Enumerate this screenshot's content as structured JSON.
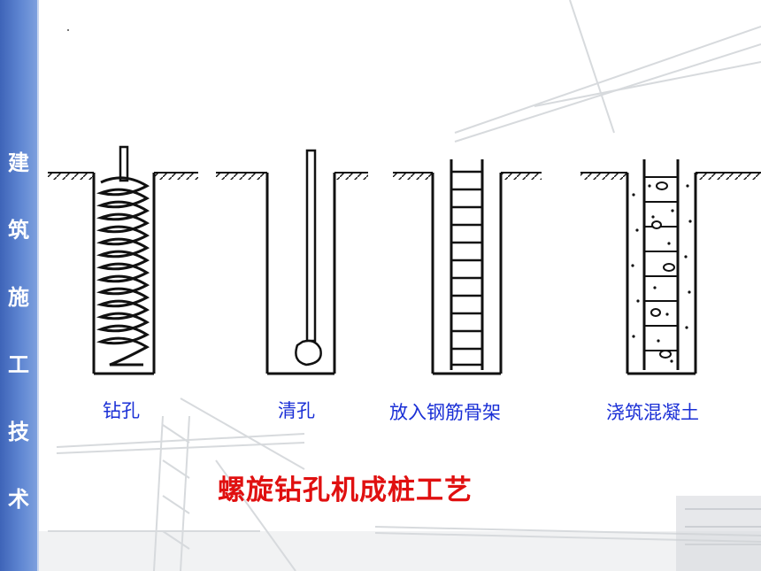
{
  "sidebar": {
    "title_chars": [
      "建",
      "筑",
      "施",
      "工",
      "技",
      "术"
    ]
  },
  "diagram": {
    "title": "螺旋钻孔机成桩工艺",
    "steps": [
      {
        "label": "钻孔",
        "icon": "auger-drill-icon"
      },
      {
        "label": "清孔",
        "icon": "cleaning-rod-icon"
      },
      {
        "label": "放入钢筋骨架",
        "icon": "rebar-cage-icon"
      },
      {
        "label": "浇筑混凝土",
        "icon": "concrete-pour-icon"
      }
    ]
  },
  "colors": {
    "sidebar": "#4a70c4",
    "label": "#1a2fd6",
    "title": "#e01010",
    "line": "#111111"
  }
}
